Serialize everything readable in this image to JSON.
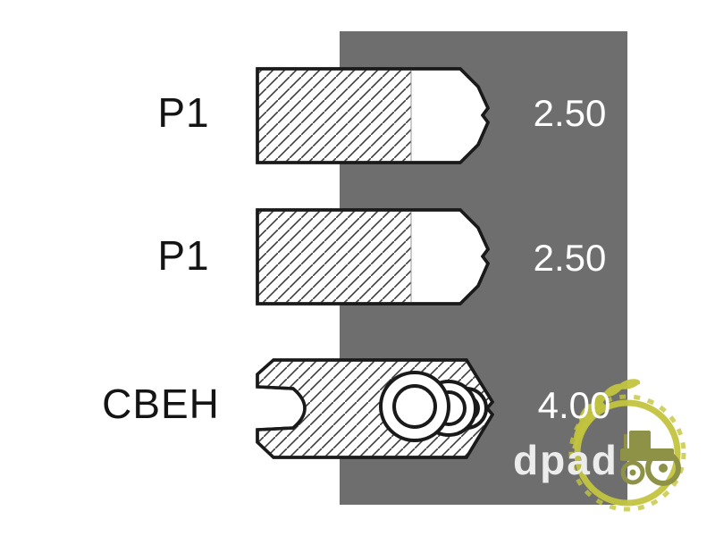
{
  "rings": [
    {
      "label": "P1",
      "value": "2.50",
      "drawing": "compression-ring-cross-section"
    },
    {
      "label": "P1",
      "value": "2.50",
      "drawing": "compression-ring-cross-section"
    },
    {
      "label": "CBEH",
      "value": "4.00",
      "drawing": "oil-ring-with-coil-spring-cross-section"
    }
  ],
  "watermark": {
    "text": "dpad"
  },
  "colors": {
    "panel": "#6e6e6e",
    "ring_outline": "#1a1a1a",
    "ring_fill": "#ffffff",
    "label_text": "#141414",
    "value_text": "#ffffff",
    "watermark_accent": "#c3c53f"
  }
}
